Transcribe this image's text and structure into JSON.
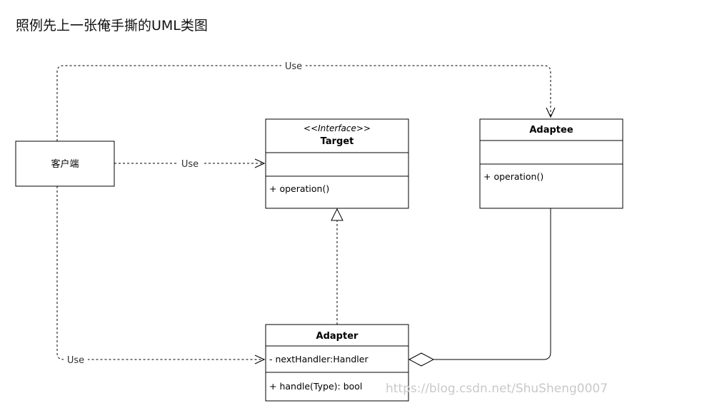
{
  "heading": "照例先上一张俺手撕的UML类图",
  "client": {
    "label": "客户端"
  },
  "target": {
    "stereotype": "<<Interface>>",
    "name": "Target",
    "attributes": [],
    "methods": [
      "+ operation()"
    ]
  },
  "adaptee": {
    "name": "Adaptee",
    "attributes": [],
    "methods": [
      "+ operation()"
    ]
  },
  "adapter": {
    "name": "Adapter",
    "attributes": [
      "- nextHandler:Handler"
    ],
    "methods": [
      "+ handle(Type): bool"
    ]
  },
  "edges": {
    "client_to_adaptee": "Use",
    "client_to_target": "Use",
    "client_to_adapter": "Use"
  },
  "watermark": "https://blog.csdn.net/ShuSheng0007",
  "colors": {
    "stroke": "#000000",
    "text": "#111111",
    "watermark": "#c9c9c9"
  }
}
